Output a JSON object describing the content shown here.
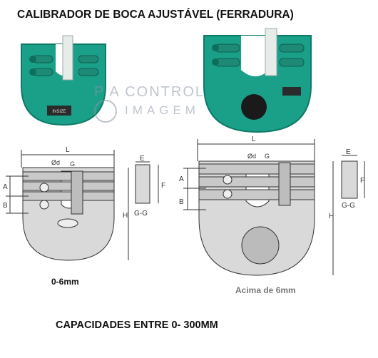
{
  "title": "CALIBRADOR DE BOCA AJUSTÁVEL (FERRADURA)",
  "watermark": {
    "line1": "P A CONTROL",
    "line2": "IMAGEM"
  },
  "product_brand": "INSIZE",
  "captions": {
    "left": "0-6mm",
    "right": "Acima de 6mm"
  },
  "capacities": "CAPACIDADES ENTRE 0- 300MM",
  "labels": {
    "L": "L",
    "E": "E",
    "F": "F",
    "G": "G",
    "H": "H",
    "A": "A",
    "B": "B",
    "d": "Ød",
    "section": "G-G"
  },
  "colors": {
    "gauge_green": "#1aa089",
    "gauge_dark": "#0e7a66",
    "line": "#333333",
    "body_fill": "#d9d9d9"
  }
}
